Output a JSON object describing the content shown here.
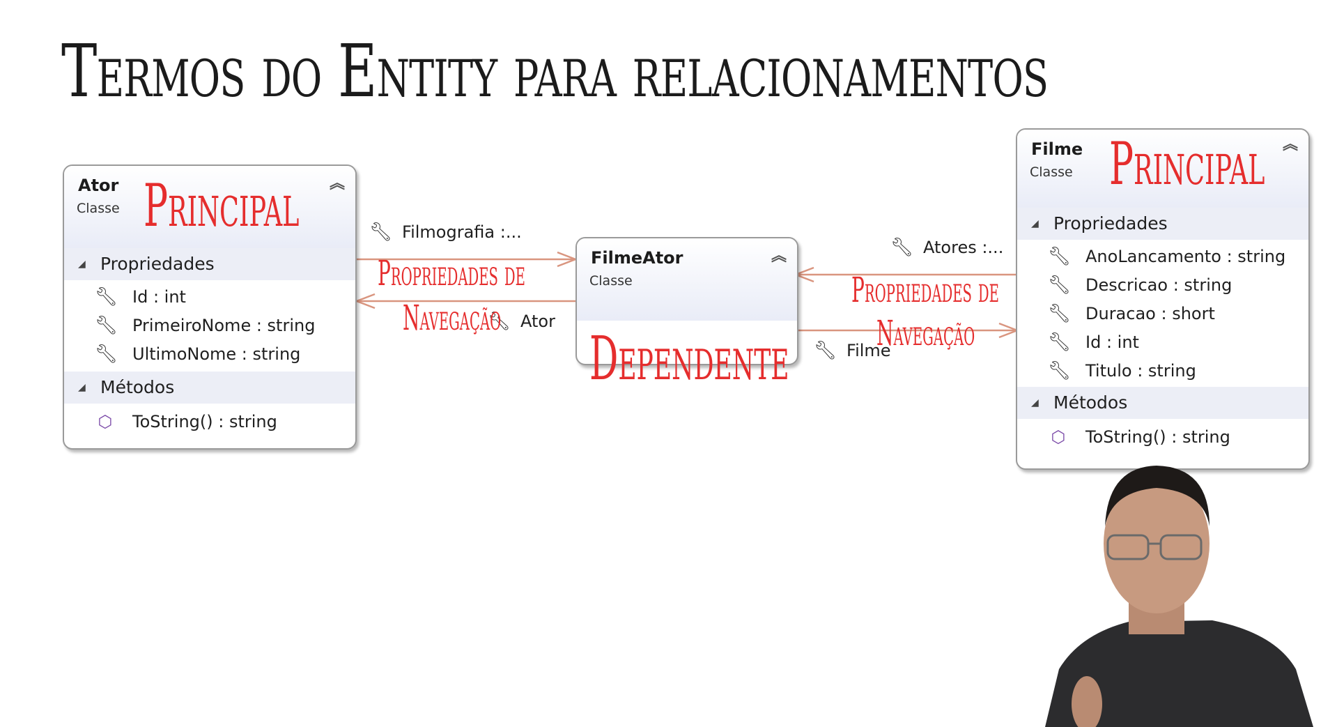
{
  "title": "Termos do Entity para relacionamentos",
  "classes": {
    "ator": {
      "name": "Ator",
      "kind": "Classe",
      "annotation": "Principal",
      "sections": {
        "properties_label": "Propriedades",
        "methods_label": "Métodos"
      },
      "properties": [
        "Id : int",
        "PrimeiroNome : string",
        "UltimoNome : string"
      ],
      "methods": [
        "ToString() : string"
      ]
    },
    "filme_ator": {
      "name": "FilmeAtor",
      "kind": "Classe",
      "annotation": "Dependente"
    },
    "filme": {
      "name": "Filme",
      "kind": "Classe",
      "annotation": "Principal",
      "sections": {
        "properties_label": "Propriedades",
        "methods_label": "Métodos"
      },
      "properties": [
        "AnoLancamento : string",
        "Descricao : string",
        "Duracao : short",
        "Id : int",
        "Titulo : string"
      ],
      "methods": [
        "ToString() : string"
      ]
    }
  },
  "associations": {
    "filmografia": "Filmografia :...",
    "ator": "Ator",
    "atores": "Atores :...",
    "filme": "Filme"
  },
  "annotations": {
    "nav_left_line1": "Propriedades de",
    "nav_left_line2": "Navegação",
    "nav_right_line1": "Propriedades de",
    "nav_right_line2": "Navegação"
  },
  "colors": {
    "annotation": "#e52d2d",
    "connector": "#d9957f",
    "header_gradient": "#e9ecf7"
  },
  "icons": {
    "property": "wrench-icon",
    "method": "cube-icon",
    "collapse": "double-chevron-up-icon"
  }
}
